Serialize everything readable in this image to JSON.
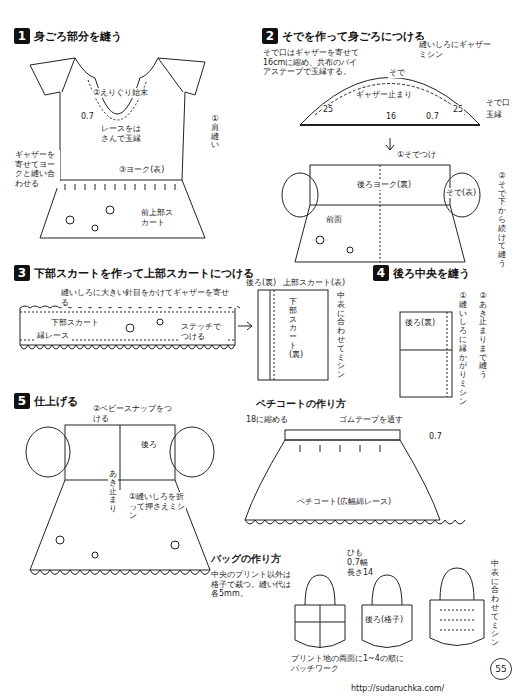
{
  "diagram": {
    "nodes": [
      {
        "text": [
          "1",
          "身ごろ部分を縫う"
        ]
      },
      {
        "text": [
          "2",
          "そでを作って身ごろにつける"
        ]
      },
      {
        "text": [
          "3",
          "下部スカートを作って上部スカートにつける"
        ]
      },
      {
        "text": [
          "4",
          "後ろ中央を縫う"
        ]
      },
      {
        "text": [
          "5",
          "仕上げる"
        ]
      },
      {
        "text": [
          "55"
        ]
      }
    ],
    "labels": [
      "②えりぐり始末",
      "0.7",
      "レースをはさんで玉縁",
      "ギャザーを寄せてヨークと縫い合わせる",
      "①肩縫い",
      "③ヨーク(表)",
      "前上部スカート",
      "そで口はギャザーを寄せて16cmに縮め、共布のバイアステープで玉縁する。",
      "縫いしろにギャザーミシン",
      "そで",
      "ギャザー止まり",
      "25",
      "25",
      "16",
      "0.7",
      "そで口",
      "玉縁",
      "①そでつけ",
      "前面",
      "後ろヨーク(裏)",
      "そで(表)",
      "②そで下から続けて縫う",
      "縫いしろに大きい針目をかけてギャザーを寄せる",
      "下部スカート",
      "縁レース",
      "ステッチでつける",
      "後ろ(裏)",
      "上部スカート(表)",
      "下部スカート(裏)",
      "中表に合わせてミシン",
      "後ろ(裏)",
      "①縫いしろに縁かがりミシン",
      "②あき止まりまで縫う",
      "②ベビースナップをつける",
      "後ろ",
      "あき止まり",
      "①縫いしろを折って押さえミシン",
      "ペチコートの作り方",
      "18に縮める",
      "ゴムテープを通す",
      "0.7",
      "ペチコート(広幅綿レース)",
      "バッグの作り方",
      "中央のプリント以外は格子で裁つ。縫い代は各5mm。",
      "ひも",
      "0.7幅",
      "長さ14",
      "後ろ(格子)",
      "中表に合わせてミシン",
      "プリント地の両面に1~4の順にパッチワーク",
      "http://sudaruchka.com/"
    ]
  }
}
